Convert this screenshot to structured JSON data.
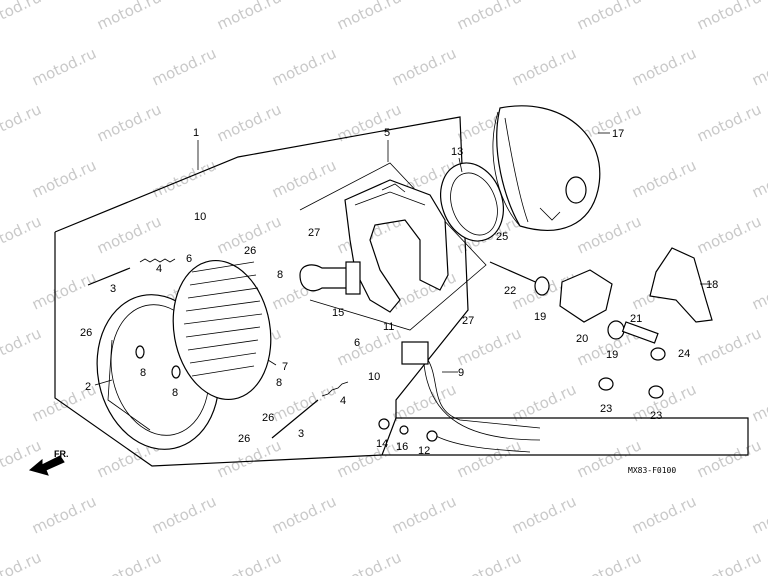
{
  "watermark": "motod.ru",
  "diagram_code": "MX83-F0100",
  "direction_label": "FR.",
  "part_labels": {
    "p1": "1",
    "p2": "2",
    "p3a": "3",
    "p3b": "3",
    "p4a": "4",
    "p4b": "4",
    "p5": "5",
    "p6a": "6",
    "p6b": "6",
    "p7": "7",
    "p8a": "8",
    "p8b": "8",
    "p8c": "8",
    "p8d": "8",
    "p9": "9",
    "p10a": "10",
    "p10b": "10",
    "p11": "11",
    "p12": "12",
    "p13": "13",
    "p14": "14",
    "p15": "15",
    "p16": "16",
    "p17": "17",
    "p18": "18",
    "p19a": "19",
    "p19b": "19",
    "p20": "20",
    "p21": "21",
    "p22": "22",
    "p23a": "23",
    "p23b": "23",
    "p24": "24",
    "p25": "25",
    "p26a": "26",
    "p26b": "26",
    "p26c": "26",
    "p26d": "26",
    "p27a": "27",
    "p27b": "27"
  },
  "icons": {
    "headlight-rim": "headlight-rim-icon",
    "headlight-lens": "headlight-lens-icon",
    "headlight-case": "headlight-case-icon",
    "bulb": "bulb-icon",
    "mount-bracket": "mount-bracket-icon",
    "socket-wiring": "socket-wiring-icon",
    "front-arrow": "front-arrow-icon"
  }
}
